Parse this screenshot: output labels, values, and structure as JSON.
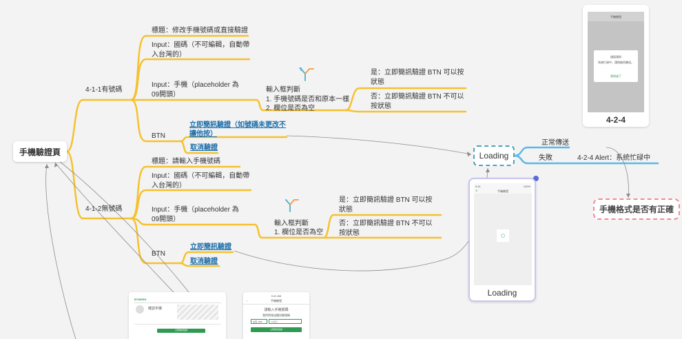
{
  "root": {
    "label": "手機驗證頁"
  },
  "branch1": {
    "label": "4-1-1有號碼",
    "title": "標題：修改手機號碼或直接驗證",
    "input_country": "Input：國碼（不可編輯，自動帶入台灣的）",
    "input_phone": "Input：手機（placeholder 為 09開頭）",
    "btn": "BTN",
    "btn_verify": "立即簡訊驗證（如號碼未更改不讓他按）",
    "btn_cancel": "取消驗證",
    "judge_title": "輸入框判斷",
    "judge_1": "1. 手機號碼是否和原本一樣",
    "judge_2": "2. 欄位是否為空",
    "yes": "是：立即簡訊驗證 BTN 可以按狀態",
    "no": "否：立即簡訊驗證 BTN 不可以按狀態"
  },
  "branch2": {
    "label": "4-1-2無號碼",
    "title": "標題：請輸入手機號碼",
    "input_country": "Input：國碼（不可編輯，自動帶入台灣的）",
    "input_phone": "Input：手機（placeholder 為 09開頭）",
    "btn": "BTN",
    "btn_verify": "立即簡訊驗證",
    "btn_cancel": "取消驗證",
    "judge_title": "輸入框判斷",
    "judge_1": "1. 欄位是否為空",
    "yes": "是：立即簡訊驗證 BTN 可以按狀態",
    "no": "否：立即簡訊驗證 BTN 不可以按狀態"
  },
  "loading_node": {
    "label": "Loading",
    "ok": "正常傳送",
    "fail": "失敗",
    "alert": "4-2-4 Alert：系統忙碌中"
  },
  "format_node": {
    "label": "手機格式是否有正確"
  },
  "card_424": {
    "caption": "4-2-4",
    "screen_title": "手機驗證",
    "modal_title": "錯誤通知",
    "modal_text": "系統忙碌中，請稍後再嘗試。",
    "modal_button": "我知道了"
  },
  "card_loading": {
    "caption": "Loading",
    "screen_title": "手機驗證",
    "status_left": "9:41",
    "status_right": "100%"
  },
  "thumb_web": {
    "brand": "BTWEEN",
    "title": "確認手機",
    "button": "立即簡訊驗證"
  },
  "thumb_mobile": {
    "time": "9:41 AM",
    "title": "手機驗證",
    "heading": "請輸入手機號碼",
    "sub": "我們將發送簡訊驗證碼",
    "country": "台灣 +886",
    "placeholder": "09開頭",
    "button": "立即簡訊驗證"
  },
  "colors": {
    "branch": "#f6c12d",
    "blue": "#5bb7e8",
    "loading_border": "#4aa3b8",
    "format_border": "#f08a93",
    "link": "#1d6ea8",
    "green": "#2e9a52"
  }
}
